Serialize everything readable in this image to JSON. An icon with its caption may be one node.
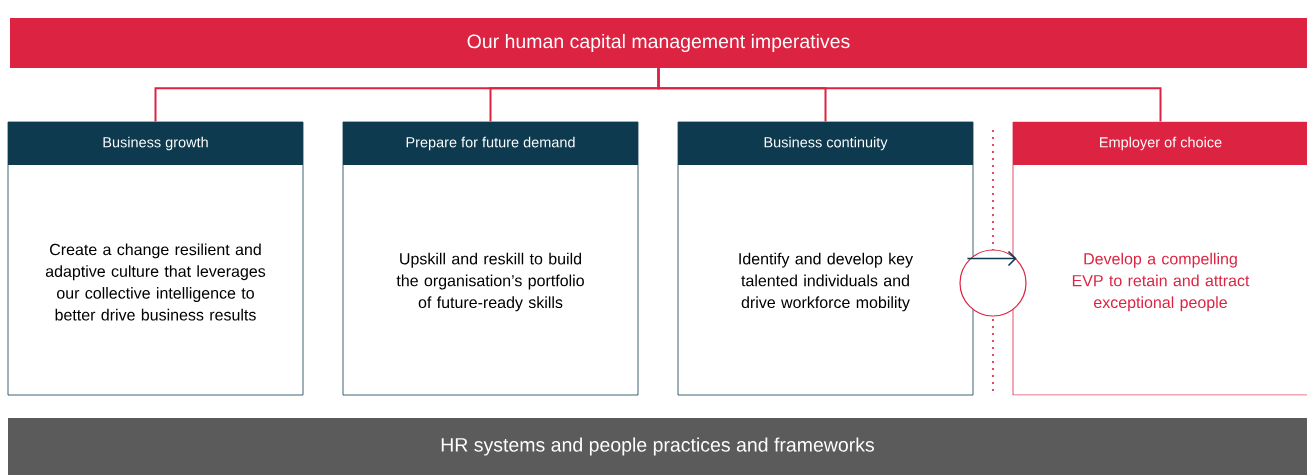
{
  "diagram": {
    "nodes": [
      {
        "text": [
          "Our human capital management imperatives"
        ]
      },
      {
        "text": [
          "Business growth",
          "Create a change resilient and adaptive culture that leverages our collective intelligence to better drive business results"
        ]
      },
      {
        "text": [
          "Prepare for future demand",
          "Upskill and reskill to build the organisation’s portfolio of future-ready skills"
        ]
      },
      {
        "text": [
          "Business continuity",
          "Identify and develop key talented individuals and drive workforce mobility"
        ]
      },
      {
        "text": [
          "Employer of choice",
          "Develop a compelling EVP to retain and attract exceptional people"
        ]
      },
      {
        "text": [
          "HR systems and people practices and frameworks"
        ]
      }
    ],
    "edges": [
      {
        "from": 0,
        "to": 1,
        "arrow": "none"
      },
      {
        "from": 0,
        "to": 2,
        "arrow": "none"
      },
      {
        "from": 0,
        "to": 3,
        "arrow": "none"
      },
      {
        "from": 0,
        "to": 4,
        "arrow": "none"
      },
      {
        "from": 3,
        "to": 4,
        "arrow": "to",
        "color": "#0e3a4f"
      }
    ]
  }
}
